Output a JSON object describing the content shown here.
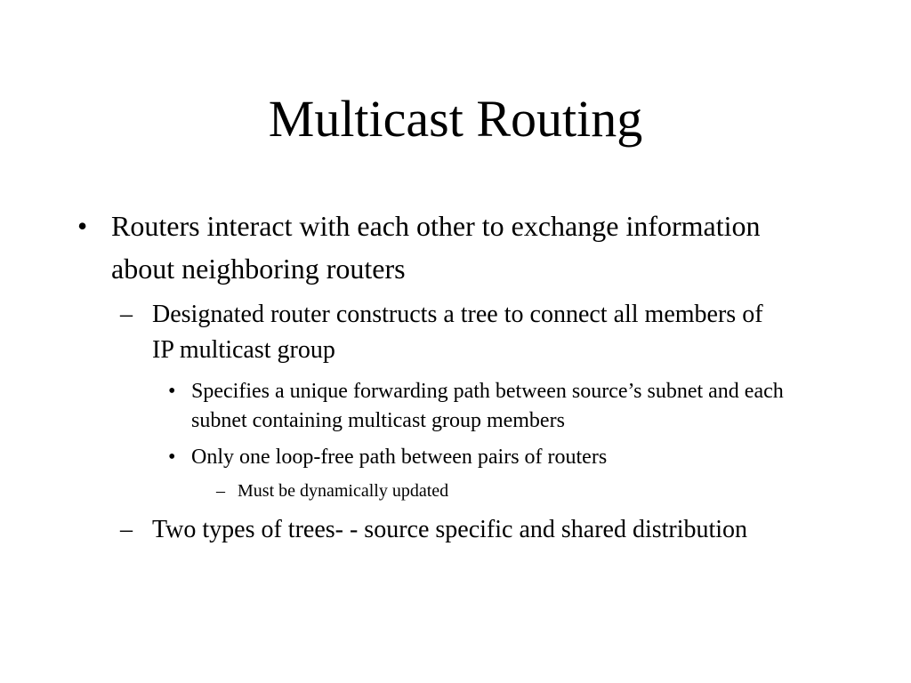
{
  "slide": {
    "title": "Multicast Routing",
    "items": [
      {
        "marker": "•",
        "text": "Routers interact with each other to exchange information about neighboring routers"
      },
      {
        "marker": "–",
        "text": "Designated router constructs a tree to connect all members of IP multicast group"
      },
      {
        "marker": "•",
        "text": "Specifies a unique forwarding path between source’s subnet and each subnet containing multicast group members"
      },
      {
        "marker": "•",
        "text": "Only one loop-free path between pairs of routers"
      },
      {
        "marker": "–",
        "text": "Must be dynamically updated"
      },
      {
        "marker": "–",
        "text": "Two types of trees- - source specific and shared distribution"
      }
    ]
  }
}
